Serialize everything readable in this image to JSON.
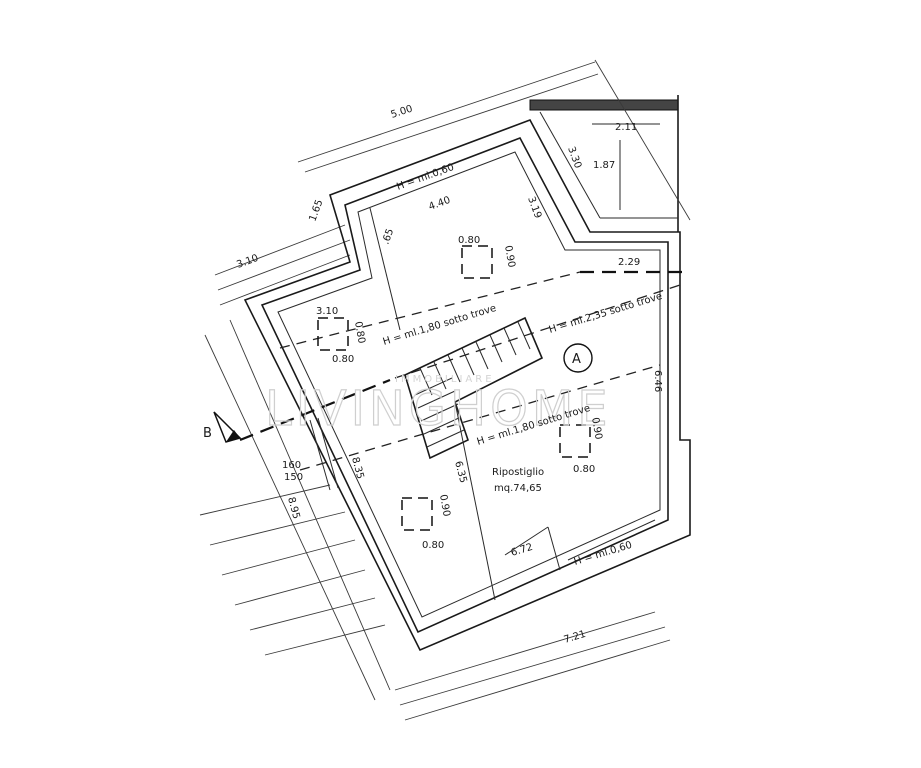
{
  "watermark": {
    "main": "LIVINGHOME",
    "sub": "IMMOBILIARE"
  },
  "room": {
    "id": "A",
    "name": "Ripostiglio",
    "area": "mq.74,65"
  },
  "section_marker": "B",
  "heights": {
    "h_060_top": "H = ml.0,60",
    "h_180_a": "H = ml.1,80  sotto  trove",
    "h_235": "H = ml.2,35  sotto  trove",
    "h_180_b": "H = ml.1,80  sotto  trove",
    "h_060_bottom": "H = ml.0,60"
  },
  "dimensions": {
    "d_500": "5.00",
    "d_310_top": "3.10",
    "d_165": "1.65",
    "d_440": "4.40",
    "d_319": "3.19",
    "d_065": ".65",
    "d_330": "3.30",
    "d_187": "1.87",
    "d_211": "2.11",
    "d_229": "2.29",
    "d_646": "6.46",
    "d_310_box": "3.10",
    "d_160": "160",
    "d_150": "150",
    "d_835": "8.35",
    "d_895": "8.95",
    "d_635": "6.35",
    "d_672": "6.72",
    "d_721": "7.21"
  },
  "skylights": [
    {
      "w": "0.80",
      "h": "0.90"
    },
    {
      "w": "0.80",
      "h": "0.80"
    },
    {
      "w": "0.80",
      "h": "0.90"
    },
    {
      "w": "0.80",
      "h": "0.90"
    }
  ]
}
